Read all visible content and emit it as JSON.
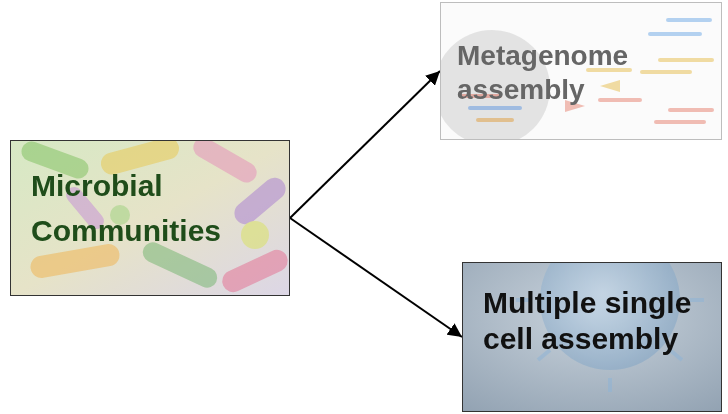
{
  "diagram": {
    "nodes": [
      {
        "text": [
          "Microbial Communities"
        ]
      },
      {
        "text": [
          "Metagenome assembly"
        ]
      },
      {
        "text": [
          "Multiple single cell assembly"
        ]
      }
    ],
    "edges": [
      {
        "from": 0,
        "to": 1,
        "arrow": "to"
      },
      {
        "from": 0,
        "to": 2,
        "arrow": "to"
      }
    ]
  }
}
